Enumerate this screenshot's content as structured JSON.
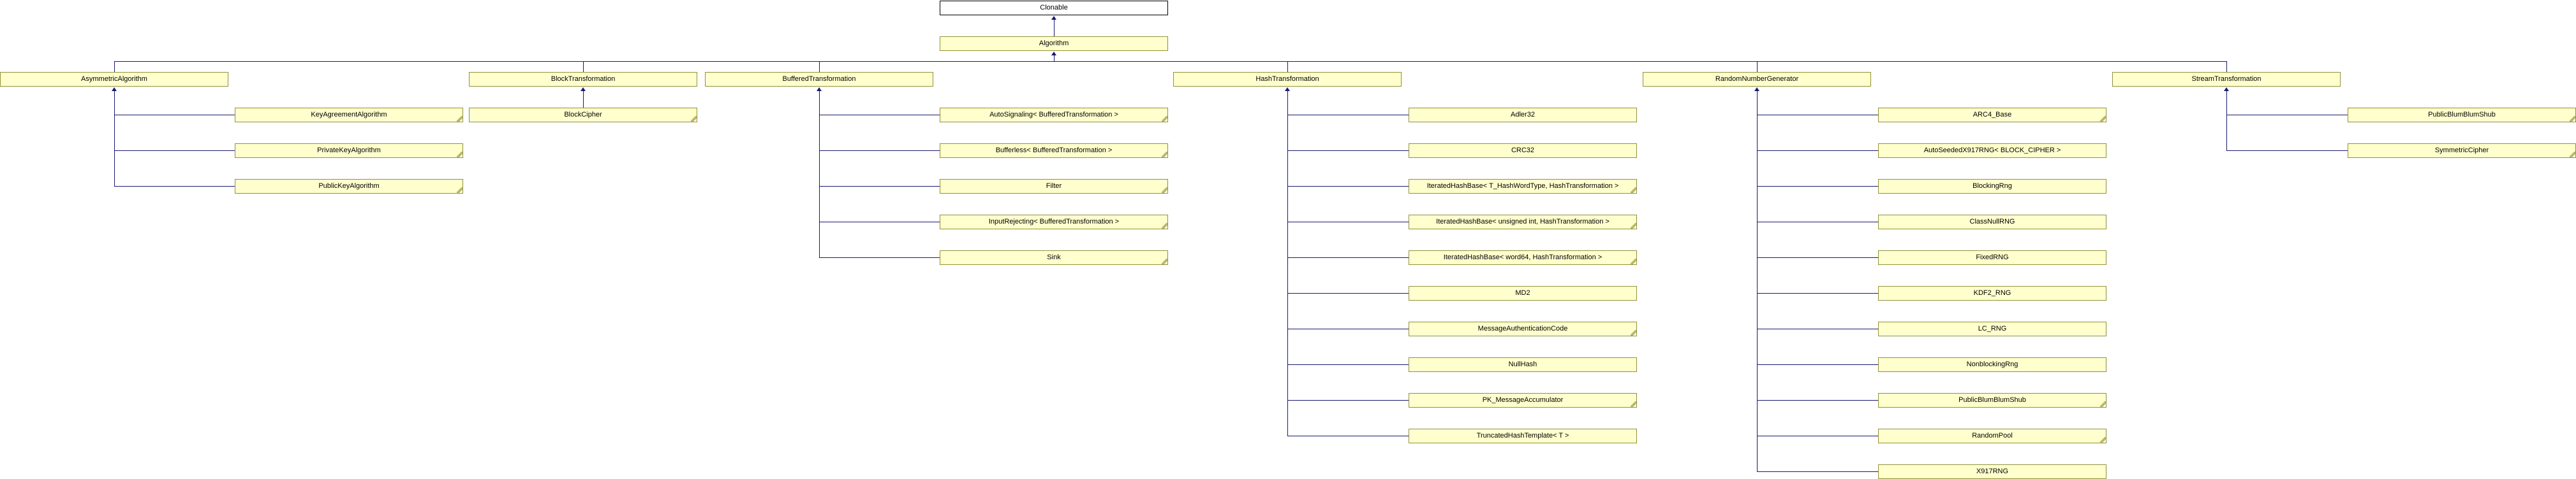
{
  "diagram_type": "class-inheritance-graph",
  "colors": {
    "node_fill": "#FFFFCD",
    "node_border": "#91913D",
    "root_fill": "#FFFFFF",
    "root_border": "#000000",
    "edge": "#191970",
    "fold": "#B9B96A",
    "text": "#000000",
    "background": "#FFFFFF"
  },
  "class_hierarchy": {
    "root": {
      "name": "Clonable",
      "truncated": false
    },
    "base": {
      "name": "Algorithm",
      "truncated": false
    },
    "categories": [
      {
        "name": "AsymmetricAlgorithm",
        "child_layout": "side",
        "children": [
          {
            "name": "KeyAgreementAlgorithm",
            "truncated": true
          },
          {
            "name": "PrivateKeyAlgorithm",
            "truncated": true
          },
          {
            "name": "PublicKeyAlgorithm",
            "truncated": true
          }
        ]
      },
      {
        "name": "BlockTransformation",
        "child_layout": "below",
        "children": [
          {
            "name": "BlockCipher",
            "truncated": true
          }
        ]
      },
      {
        "name": "BufferedTransformation",
        "child_layout": "side",
        "children": [
          {
            "name": "AutoSignaling< BufferedTransformation >",
            "truncated": true
          },
          {
            "name": "Bufferless< BufferedTransformation >",
            "truncated": true
          },
          {
            "name": "Filter",
            "truncated": true
          },
          {
            "name": "InputRejecting< BufferedTransformation >",
            "truncated": true
          },
          {
            "name": "Sink",
            "truncated": true
          }
        ]
      },
      {
        "name": "HashTransformation",
        "child_layout": "side",
        "children": [
          {
            "name": "Adler32",
            "truncated": false
          },
          {
            "name": "CRC32",
            "truncated": false
          },
          {
            "name": "IteratedHashBase< T_HashWordType, HashTransformation >",
            "truncated": true
          },
          {
            "name": "IteratedHashBase< unsigned int, HashTransformation >",
            "truncated": true
          },
          {
            "name": "IteratedHashBase< word64, HashTransformation >",
            "truncated": true
          },
          {
            "name": "MD2",
            "truncated": false
          },
          {
            "name": "MessageAuthenticationCode",
            "truncated": true
          },
          {
            "name": "NullHash",
            "truncated": false
          },
          {
            "name": "PK_MessageAccumulator",
            "truncated": true
          },
          {
            "name": "TruncatedHashTemplate< T >",
            "truncated": false
          }
        ]
      },
      {
        "name": "RandomNumberGenerator",
        "child_layout": "side",
        "children": [
          {
            "name": "ARC4_Base",
            "truncated": true
          },
          {
            "name": "AutoSeededX917RNG< BLOCK_CIPHER >",
            "truncated": false
          },
          {
            "name": "BlockingRng",
            "truncated": false
          },
          {
            "name": "ClassNullRNG",
            "truncated": false
          },
          {
            "name": "FixedRNG",
            "truncated": false
          },
          {
            "name": "KDF2_RNG",
            "truncated": false
          },
          {
            "name": "LC_RNG",
            "truncated": false
          },
          {
            "name": "NonblockingRng",
            "truncated": false
          },
          {
            "name": "PublicBlumBlumShub",
            "truncated": true
          },
          {
            "name": "RandomPool",
            "truncated": true
          },
          {
            "name": "X917RNG",
            "truncated": false
          }
        ]
      },
      {
        "name": "StreamTransformation",
        "child_layout": "side",
        "children": [
          {
            "name": "PublicBlumBlumShub",
            "truncated": true
          },
          {
            "name": "SymmetricCipher",
            "truncated": true
          }
        ]
      }
    ]
  }
}
